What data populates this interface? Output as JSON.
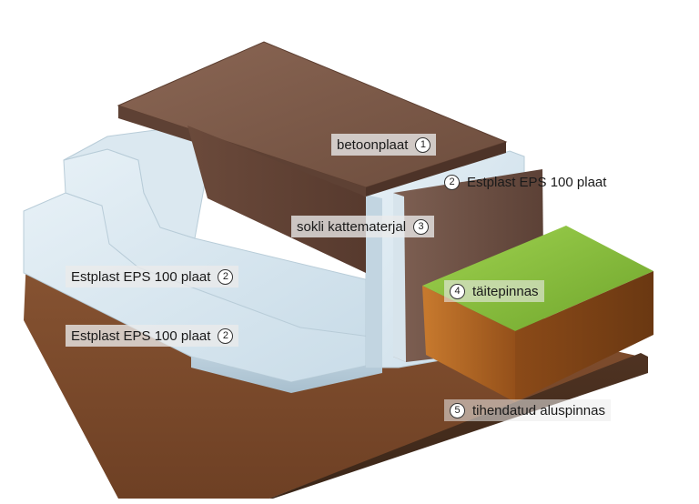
{
  "colors": {
    "ground": "#7a4a2c",
    "concrete": "#7d5a48",
    "eps": "#d3e3ed",
    "turf": "#8ac23f",
    "soil": "#b8651f"
  },
  "labels": {
    "slab": {
      "text": "betoonplaat",
      "num": "1"
    },
    "eps_top": {
      "text": "Estplast EPS 100 plaat",
      "num": "2"
    },
    "plinth": {
      "text": "sokli kattematerjal",
      "num": "3"
    },
    "eps_mid": {
      "text": "Estplast EPS 100 plaat",
      "num": "2"
    },
    "fill": {
      "text": "täitepinnas",
      "num": "4"
    },
    "eps_low": {
      "text": "Estplast EPS 100 plaat",
      "num": "2"
    },
    "base": {
      "text": "tihendatud aluspinnas",
      "num": "5"
    }
  }
}
